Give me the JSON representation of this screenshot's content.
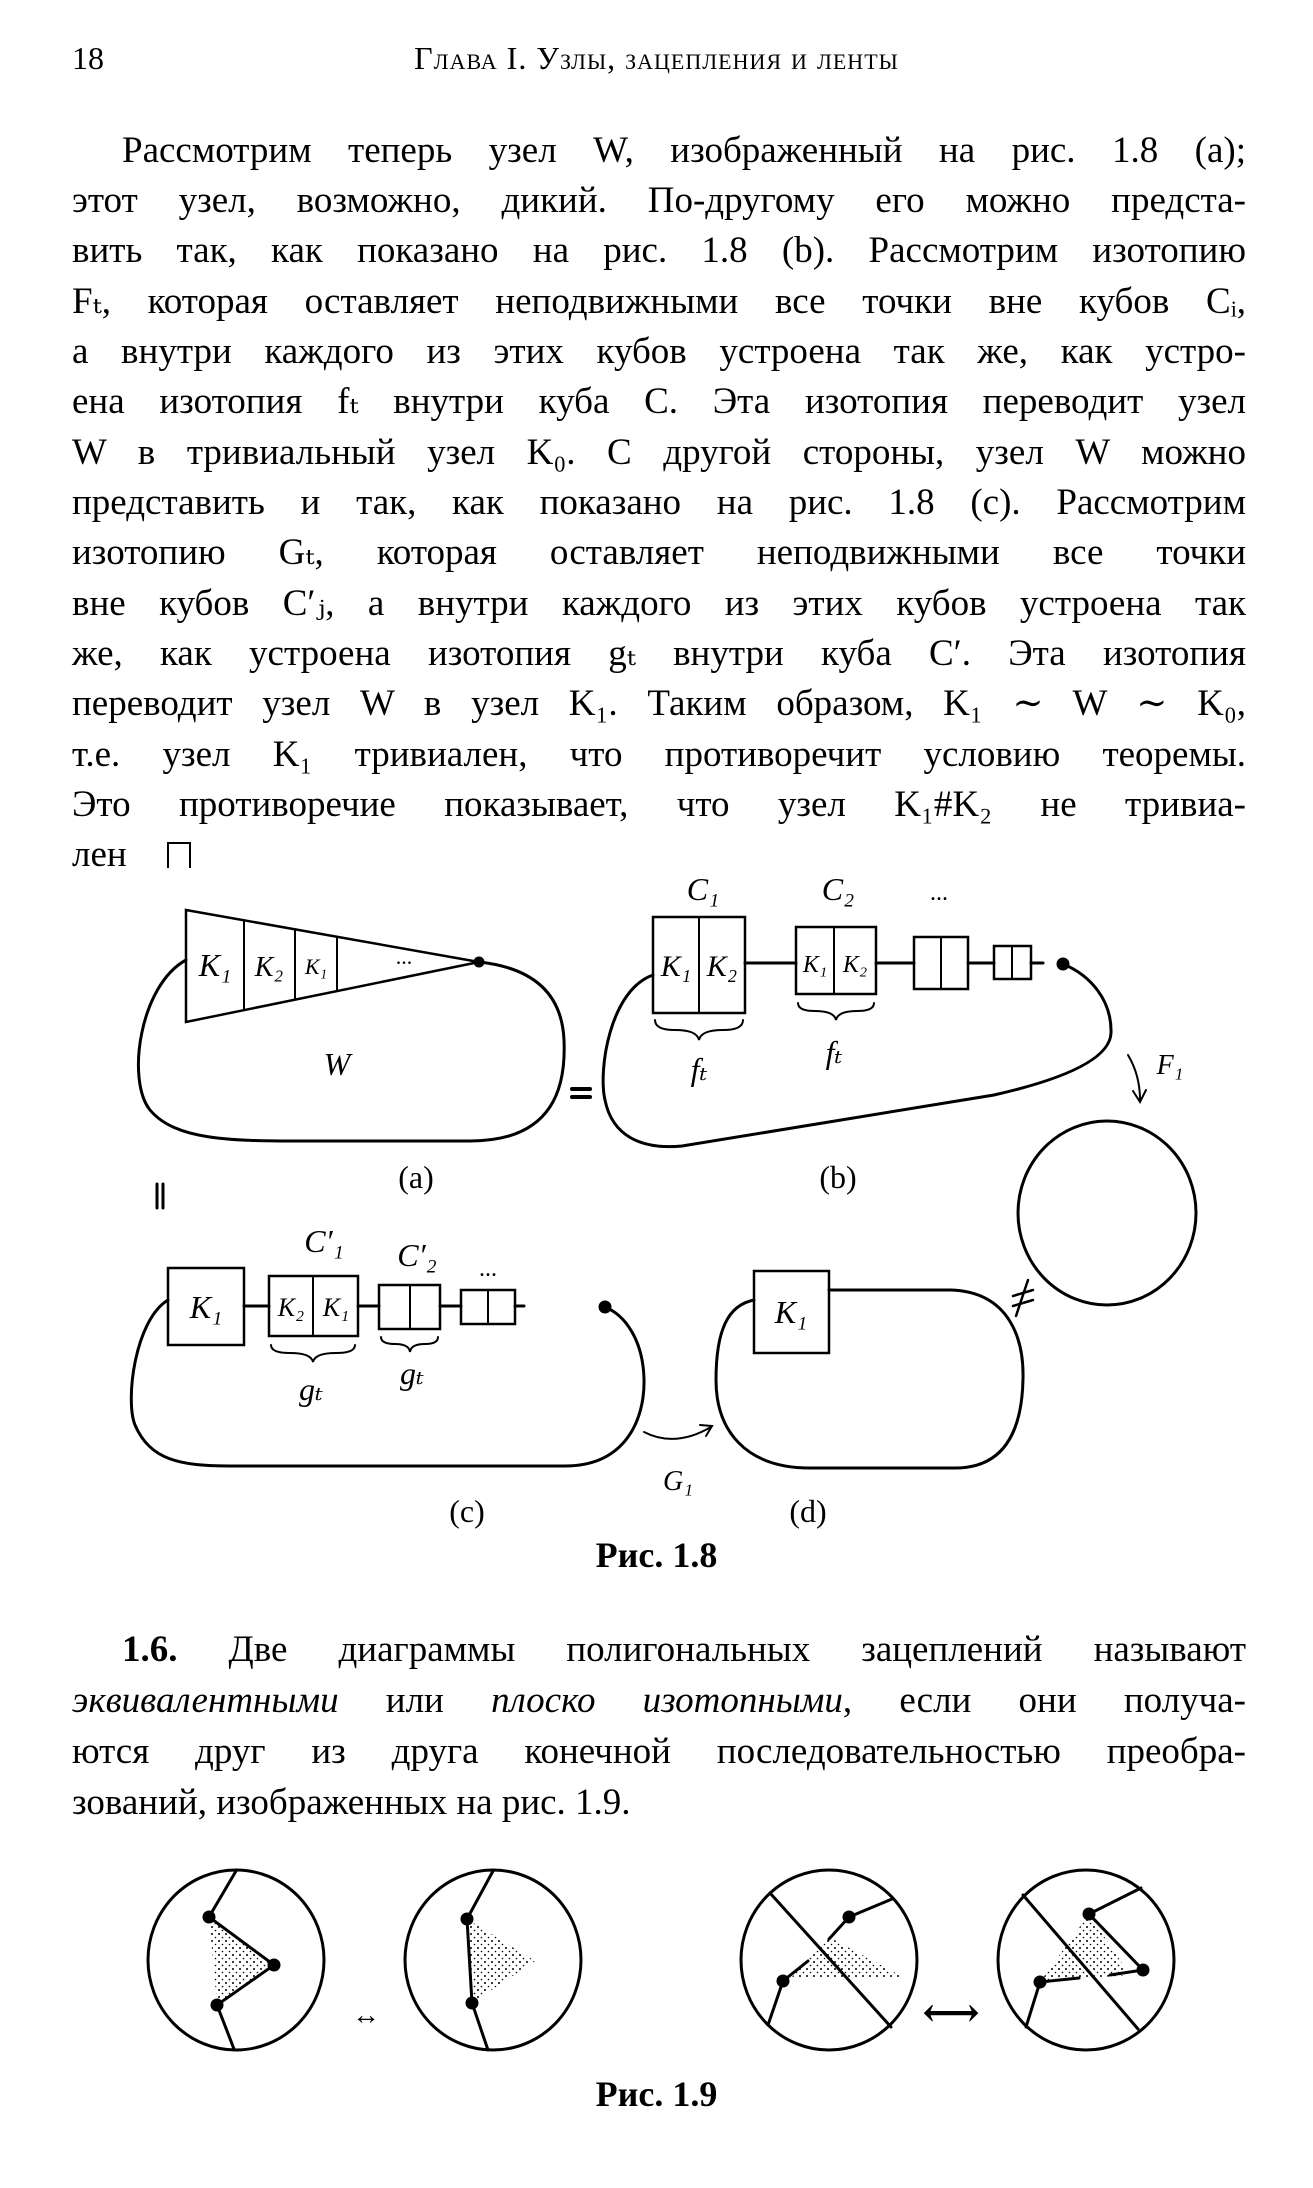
{
  "header": {
    "page_number": "18",
    "running_title": "Глава I. Узлы, зацепления и ленты"
  },
  "paragraph1": [
    "Рассмотрим теперь узел W, изображенный на рис. 1.8 (a);",
    "этот узел, возможно, дикий. По-другому его можно предста-",
    "вить так, как показано на рис. 1.8 (b). Рассмотрим изотопию",
    "Fₜ, которая оставляет неподвижными все точки вне кубов Cᵢ,",
    "а внутри каждого из этих кубов устроена так же, как устро-",
    "ена изотопия fₜ внутри куба C. Эта изотопия переводит узел",
    "W в тривиальный узел K₀. С другой стороны, узел W можно",
    "представить и так, как показано на рис. 1.8 (c). Рассмотрим",
    "изотопию Gₜ, которая оставляет неподвижными все точки",
    "вне кубов C′ⱼ, а внутри каждого из этих кубов устроена так",
    "же, как устроена изотопия gₜ внутри куба C′. Эта изотопия",
    "переводит узел W в узел K₁. Таким образом, K₁ ∼ W ∼ K₀,",
    "т.е. узел K₁ тривиален, что противоречит условию теоремы.",
    "Это противоречие показывает, что узел K₁#K₂ не тривиа-",
    "лен"
  ],
  "figure_1_8": {
    "caption": "Рис. 1.8",
    "a": {
      "label": "(a)",
      "knot_name": "W",
      "cells": [
        "K₁",
        "K₂",
        "K₁",
        "..."
      ]
    },
    "b": {
      "label": "(b)",
      "cube_labels": [
        "C₁",
        "C₂",
        "..."
      ],
      "cells": [
        "K₁",
        "K₂",
        "K₁",
        "K₂"
      ],
      "brace_labels": [
        "fₜ",
        "fₜ"
      ]
    },
    "c": {
      "label": "(c)",
      "cube_labels": [
        "C′₁",
        "C′₂",
        "..."
      ],
      "cells": [
        "K₁",
        "K₂",
        "K₁"
      ],
      "brace_labels": [
        "gₜ",
        "gₜ"
      ]
    },
    "d": {
      "label": "(d)",
      "cells": [
        "K₁"
      ]
    },
    "equal_sign": "=",
    "equal_sign_vertical": "||",
    "arrow_f_label": "F₁",
    "arrow_g_label": "G₁",
    "not_equal_sign": "≠"
  },
  "section_1_6": {
    "number": "1.6.",
    "line1": "Две диаграммы полигональных зацеплений называют",
    "line2_term1": "эквивалентными",
    "line2_mid": " или ",
    "line2_term2": "плоско изотопными",
    "line2_rest": ", если они получа-",
    "line3": "ются друг из друга конечной последовательностью преобра-",
    "line4": "зований, изображенных на рис. 1.9."
  },
  "figure_1_9": {
    "caption": "Рис. 1.9",
    "arrow_left": "↔",
    "arrow_right": "⟷"
  }
}
